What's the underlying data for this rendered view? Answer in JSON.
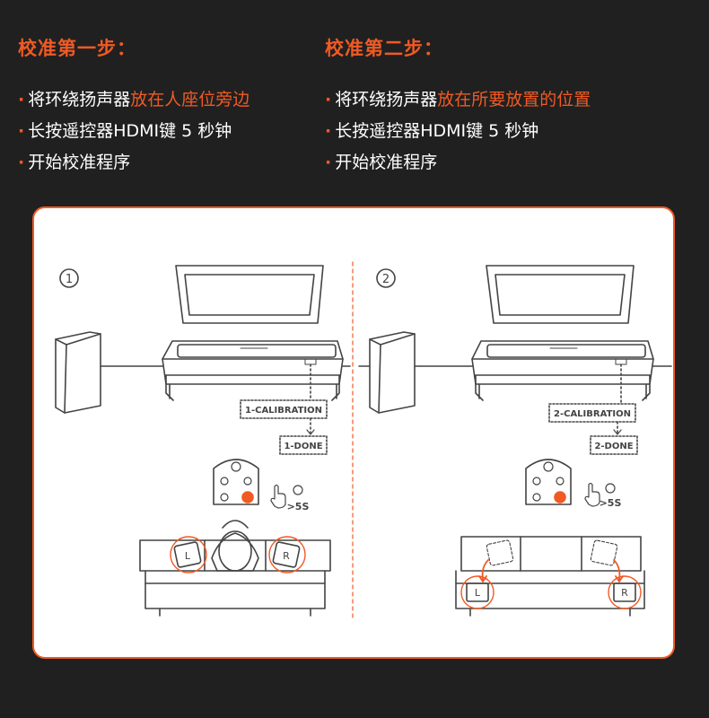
{
  "step1": {
    "title": "校准第一步：",
    "bullets": [
      {
        "pre": "将环绕扬声器",
        "hl": "放在人座位旁边",
        "post": ""
      },
      {
        "pre": "长按遥控器HDMI键 5 秒钟",
        "hl": "",
        "post": ""
      },
      {
        "pre": "开始校准程序",
        "hl": "",
        "post": ""
      }
    ]
  },
  "step2": {
    "title": "校准第二步：",
    "bullets": [
      {
        "pre": "将环绕扬声器",
        "hl": "放在所要放置的位置",
        "post": ""
      },
      {
        "pre": "长按遥控器HDMI键 5 秒钟",
        "hl": "",
        "post": ""
      },
      {
        "pre": "开始校准程序",
        "hl": "",
        "post": ""
      }
    ]
  },
  "bullet_dot": "·",
  "diagram": {
    "left": {
      "number": "1",
      "calibration_label": "1-CALIBRATION",
      "done_label": "1-DONE",
      "hold_time": ">5S",
      "speaker_left": "L",
      "speaker_right": "R"
    },
    "right": {
      "number": "2",
      "calibration_label": "2-CALIBRATION",
      "done_label": "2-DONE",
      "hold_time": ">5S",
      "speaker_left": "L",
      "speaker_right": "R"
    }
  },
  "colors": {
    "accent": "#f05a24",
    "background": "#202020",
    "panel": "#ffffff",
    "line": "#444444"
  }
}
